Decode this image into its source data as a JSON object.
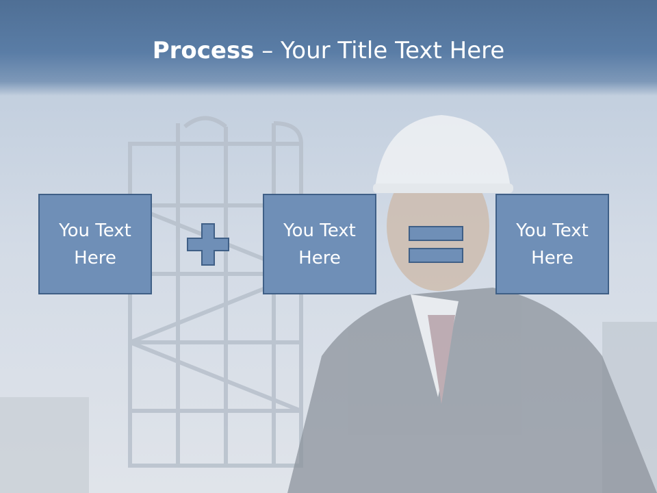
{
  "slide": {
    "title_bold": "Process",
    "title_rest": " – Your Title Text Here",
    "boxes": [
      {
        "line1": "You Text",
        "line2": "Here"
      },
      {
        "line1": "You Text",
        "line2": "Here"
      },
      {
        "line1": "You Text",
        "line2": "Here"
      }
    ],
    "operators": [
      "plus-icon",
      "equals-icon"
    ],
    "colors": {
      "header": "#5a7da6",
      "box_fill": "#6f8fb7",
      "box_border": "#3f5f86",
      "text": "#ffffff"
    }
  }
}
